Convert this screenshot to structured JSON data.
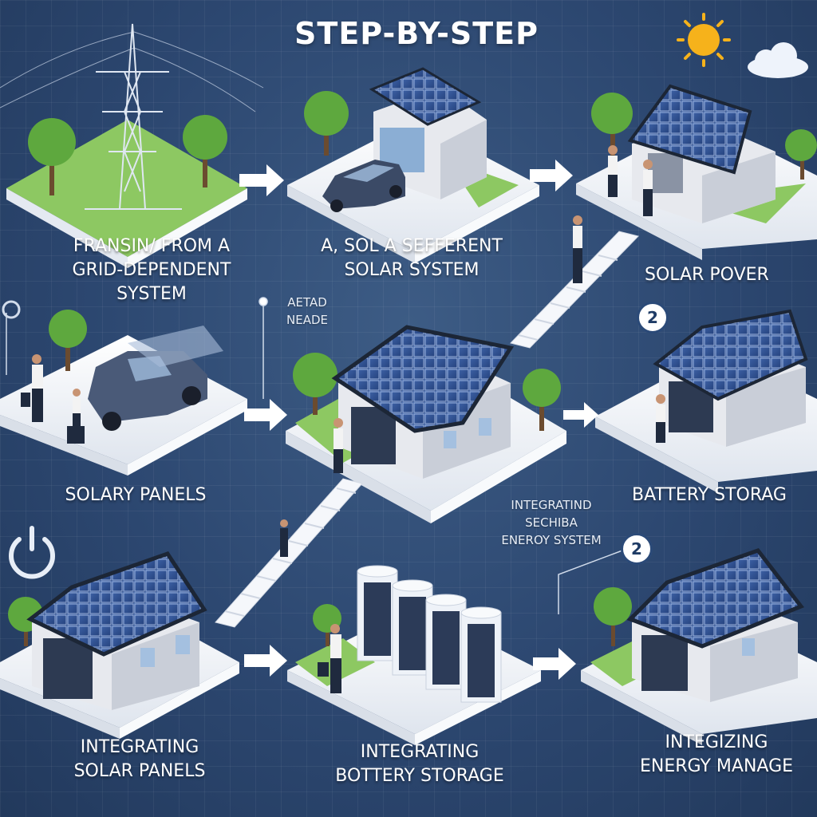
{
  "title": "STEP-BY-STEP",
  "labels": {
    "step1": [
      "FRANSIN/ FROM A",
      "GRID-DEPENDENT",
      "SYSTEM"
    ],
    "step2": [
      "A, SOL A SEFFERENT",
      "SOLAR  SYSTEM"
    ],
    "step3": "SOLAR POVER",
    "step4": "SOLARY PANELS",
    "step5_note": [
      "INTEGRATIND",
      "SECHIBA",
      "ENEROY SYSTEM"
    ],
    "step6": "BATTERY STORAG",
    "step7": [
      "INTEGRATING",
      "SOLAR PANELS"
    ],
    "step8": [
      "INTEGRATING",
      "BOTTERY STORAGE"
    ],
    "step9": [
      "INTEGIZING",
      "ENERGY MANAGE"
    ],
    "side_note": [
      "AETAD",
      "NEADE"
    ]
  },
  "badges": [
    "2",
    "2"
  ],
  "icons": [
    "sun-icon",
    "cloud-icon",
    "power-icon",
    "arrow-icon",
    "house-icon",
    "solar-panel-icon",
    "battery-icon",
    "tree-icon",
    "person-icon",
    "car-icon",
    "pylon-icon"
  ],
  "colors": {
    "background": "#2c4770",
    "grass": "#8dc862",
    "panel": "#2f4f8f",
    "wall": "#e7e9ee",
    "roof": "#2a2f3a"
  }
}
